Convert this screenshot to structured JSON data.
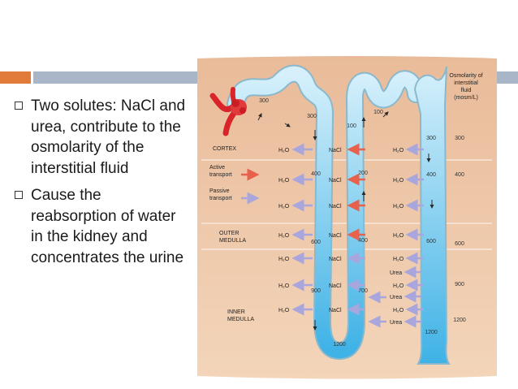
{
  "slide": {
    "bullets": [
      "Two solutes: NaCl and urea, contribute to the osmolarity of the interstitial fluid",
      "Cause the reabsorption of water in the kidney and concentrates the urine"
    ]
  },
  "figure": {
    "legend_title_1": "Osmolarity of",
    "legend_title_2": "interstitial",
    "legend_title_3": "fluid",
    "legend_title_4": "(mosm/L)",
    "cortex": "CORTEX",
    "active_1": "Active",
    "active_2": "transport",
    "passive_1": "Passive",
    "passive_2": "transport",
    "outer_1": "OUTER",
    "outer_2": "MEDULLA",
    "inner_1": "INNER",
    "inner_2": "MEDULLA",
    "water": "H₂O",
    "nacl": "NaCl",
    "urea": "Urea",
    "tubule_values": [
      "300",
      "100",
      "300",
      "100",
      "400",
      "200",
      "600",
      "400",
      "900",
      "700",
      "1200",
      "300",
      "400",
      "600",
      "1200"
    ],
    "interstitial_values": [
      "300",
      "400",
      "600",
      "900",
      "1200"
    ],
    "colors": {
      "background": "#f0c9a8",
      "fluid": "#aee0f5",
      "tubule_outline": "#8ab8cc",
      "active_arrow": "#e8614c",
      "passive_arrow": "#a9a6dd",
      "glomerulus": "#d9252a"
    }
  }
}
